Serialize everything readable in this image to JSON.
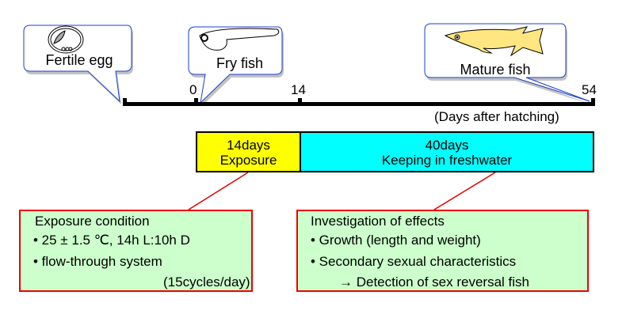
{
  "bubbles": {
    "egg": "Fertile egg",
    "fry": "Fry fish",
    "mature": "Mature fish"
  },
  "axis": {
    "ticks": [
      "0",
      "14",
      "54"
    ],
    "unit_label": "(Days after hatching)"
  },
  "phases": [
    {
      "line1": "14days",
      "line2": "Exposure",
      "color": "#ffff00"
    },
    {
      "line1": "40days",
      "line2": "Keeping in freshwater",
      "color": "#00ffff"
    }
  ],
  "exposure_box": {
    "title": "Exposure condition",
    "items": [
      "• 25 ± 1.5 ℃, 14h L:10h D",
      "• flow-through system"
    ],
    "note": "(15cycles/day)"
  },
  "effects_box": {
    "title": "Investigation of effects",
    "items": [
      "• Growth (length and weight)",
      "• Secondary sexual characteristics"
    ],
    "note": "→ Detection of sex reversal fish"
  },
  "colors": {
    "callout_border": "#1a3fcc",
    "connector": "#e00000",
    "box_fill": "#ccffcc"
  }
}
